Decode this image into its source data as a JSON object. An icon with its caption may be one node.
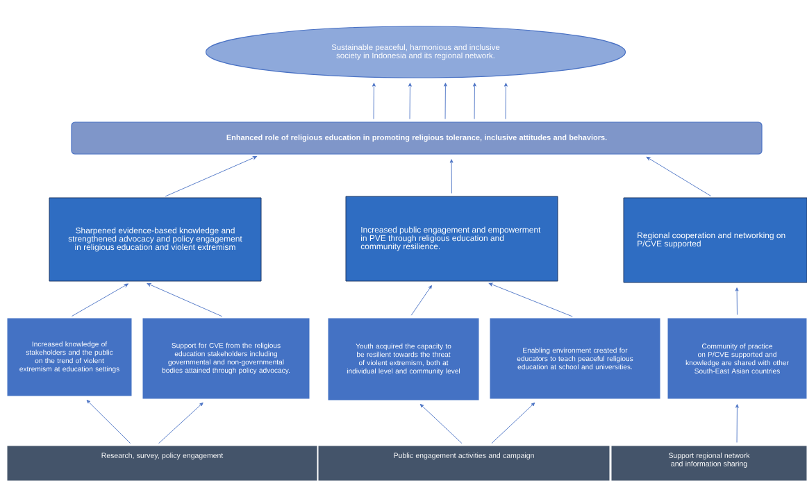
{
  "diagram": {
    "nodes": [
      {
        "text": [
          "Sustainable peaceful, harmonious and inclusive society in Indonesia and its regional network."
        ]
      },
      {
        "text": [
          "Enhanced role of religious education in promoting religious tolerance, inclusive attitudes and behaviors."
        ]
      },
      {
        "text": [
          "Sharpened evidence-based knowledge and strengthened advocacy and policy engagement in religious education and violent extremism"
        ]
      },
      {
        "text": [
          "Increased public engagement and empowerment in PVE through religious education and community resilience."
        ]
      },
      {
        "text": [
          "Regional cooperation and networking on P/CVE supported"
        ]
      },
      {
        "text": [
          "Increased knowledge of stakeholders and the public on the trend of violent extremism at education settings"
        ]
      },
      {
        "text": [
          "Support for CVE from the religious education stakeholders including governmental and non-governmental bodies attained through policy advocacy."
        ]
      },
      {
        "text": [
          "Youth acquired the capacity to be resilient towards the threat of violent extremism, both at individual level and community level"
        ]
      },
      {
        "text": [
          "Enabling environment created for educators to teach peaceful religious education at school and universities."
        ]
      },
      {
        "text": [
          "Community of practice on P/CVE supported and knowledge are shared with other South-East Asian countries"
        ]
      },
      {
        "text": [
          "Research, survey, policy engagement"
        ]
      },
      {
        "text": [
          "Public engagement activities and campaign"
        ]
      },
      {
        "text": [
          "Support regional network and information sharing"
        ]
      }
    ],
    "edges": [
      {
        "from": 1,
        "to": 0,
        "arrow": "to"
      },
      {
        "from": 1,
        "to": 0,
        "arrow": "to"
      },
      {
        "from": 1,
        "to": 0,
        "arrow": "to"
      },
      {
        "from": 1,
        "to": 0,
        "arrow": "to"
      },
      {
        "from": 1,
        "to": 0,
        "arrow": "to"
      },
      {
        "from": 2,
        "to": 1,
        "arrow": "to"
      },
      {
        "from": 3,
        "to": 1,
        "arrow": "to"
      },
      {
        "from": 4,
        "to": 1,
        "arrow": "to"
      },
      {
        "from": 5,
        "to": 2,
        "arrow": "to"
      },
      {
        "from": 6,
        "to": 2,
        "arrow": "to"
      },
      {
        "from": 7,
        "to": 3,
        "arrow": "to"
      },
      {
        "from": 8,
        "to": 3,
        "arrow": "to"
      },
      {
        "from": 9,
        "to": 4,
        "arrow": "to"
      },
      {
        "from": 10,
        "to": 5,
        "arrow": "to"
      },
      {
        "from": 10,
        "to": 6,
        "arrow": "to"
      },
      {
        "from": 11,
        "to": 7,
        "arrow": "to"
      },
      {
        "from": 11,
        "to": 8,
        "arrow": "to"
      },
      {
        "from": 12,
        "to": 9,
        "arrow": "to"
      }
    ]
  }
}
